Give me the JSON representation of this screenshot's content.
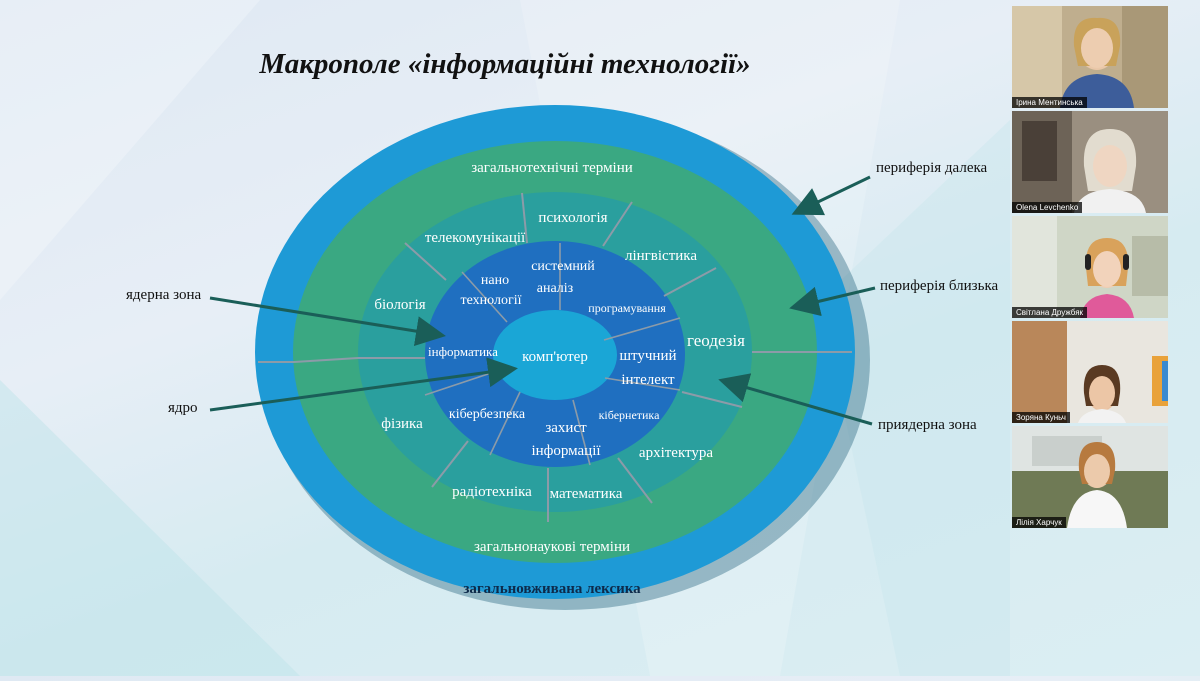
{
  "slide": {
    "title": "Макрополе «інформаційні технології»",
    "diagram": {
      "outer_ring": {
        "top": "",
        "bottom": "загальновживана лексика"
      },
      "periphery_ring": {
        "top": "загальнотехнічні терміни",
        "bottom": "загальнонаукові терміни"
      },
      "near_core_sectors": [
        {
          "id": "psych",
          "label": "психологія"
        },
        {
          "id": "ling",
          "label": "лінгвістика"
        },
        {
          "id": "geod",
          "label": "геодезія"
        },
        {
          "id": "arch",
          "label": "архітектура"
        },
        {
          "id": "math",
          "label": "математика"
        },
        {
          "id": "radio",
          "label": "радіотехніка"
        },
        {
          "id": "phys",
          "label": "фізика"
        },
        {
          "id": "bio",
          "label": "біологія"
        },
        {
          "id": "tele",
          "label": "телекомунікації"
        }
      ],
      "core_zone_sectors": [
        {
          "id": "sys",
          "label1": "системний",
          "label2": "аналіз"
        },
        {
          "id": "prog",
          "label1": "програмування",
          "label2": ""
        },
        {
          "id": "ai",
          "label1": "штучний",
          "label2": "інтелект"
        },
        {
          "id": "cyb",
          "label1": "кібернетика",
          "label2": ""
        },
        {
          "id": "prot",
          "label1": "захист",
          "label2": "інформації"
        },
        {
          "id": "csec",
          "label1": "кібербезпека",
          "label2": ""
        },
        {
          "id": "inf",
          "label1": "інформатика",
          "label2": ""
        },
        {
          "id": "nano",
          "label1": "нано",
          "label2": "технології"
        }
      ],
      "core": "комп'ютер"
    },
    "callouts": {
      "periphery_far": "периферія далека",
      "periphery_near": "периферія близька",
      "near_core_zone": "приядерна зона",
      "core_zone": "ядерна зона",
      "core": "ядро"
    },
    "colors": {
      "outer": "#1e9ad6",
      "periphery": "#3aa882",
      "near_core": "#2a9f9e",
      "core_zone": "#1f6fc0",
      "core": "#1aa6d6",
      "arrow": "#1a5e58"
    }
  },
  "participants": [
    {
      "name": "Ірина Ментинська"
    },
    {
      "name": "Olena Levchenko"
    },
    {
      "name": "Світлана Дружбяк"
    },
    {
      "name": "Зоряна Куньч"
    },
    {
      "name": "Лілія Харчук"
    }
  ]
}
